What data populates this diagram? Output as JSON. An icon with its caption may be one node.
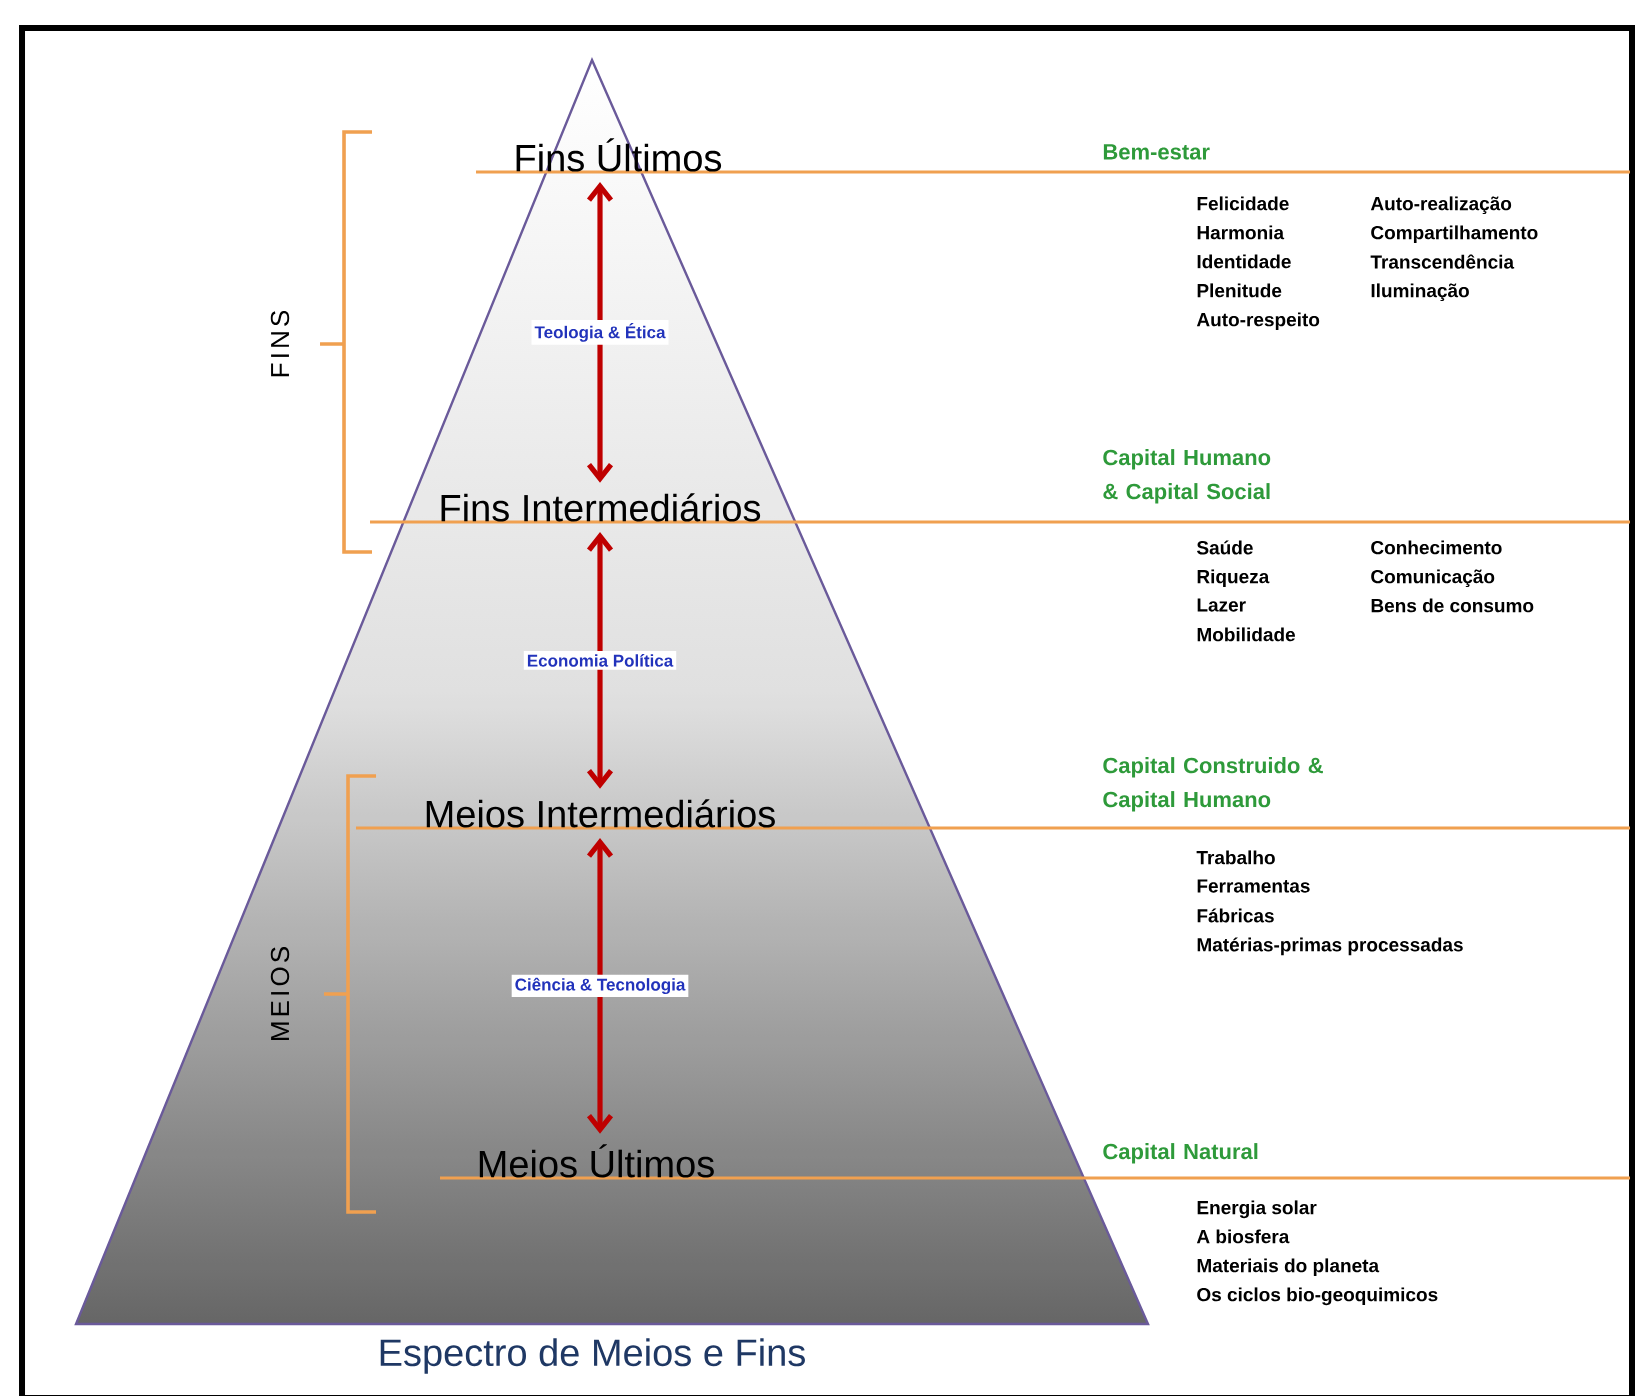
{
  "diagram": {
    "caption": "Espectro de Meios e Fins",
    "nodes": [
      {
        "text": [
          "Fins Últimos"
        ]
      },
      {
        "text": [
          "Fins Intermediários"
        ]
      },
      {
        "text": [
          "Meios Intermediários"
        ]
      },
      {
        "text": [
          "Meios Últimos"
        ]
      }
    ],
    "edges": [
      {
        "from": 0,
        "to": 1,
        "arrow": "both",
        "label": "Teologia & Ética"
      },
      {
        "from": 1,
        "to": 2,
        "arrow": "both",
        "label": "Economia Política"
      },
      {
        "from": 2,
        "to": 3,
        "arrow": "both",
        "label": "Ciência & Tecnologia"
      }
    ],
    "labels": [
      "FINS",
      "MEIOS",
      "Bem-estar",
      "Felicidade",
      "Auto-realização",
      "Harmonia",
      "Compartilhamento",
      "Identidade",
      "Transcendência",
      "Plenitude",
      "Iluminação",
      "Auto-respeito",
      "Capital Humano & Capital Social",
      "Saúde",
      "Conhecimento",
      "Riqueza",
      "Comunicação",
      "Lazer",
      "Bens de consumo",
      "Mobilidade",
      "Capital Construido & Capital Humano",
      "Trabalho",
      "Ferramentas",
      "Fábricas",
      "Matérias-primas processadas",
      "Capital Natural",
      "Energia solar",
      "A biosfera",
      "Materiais do planeta",
      "Os ciclos bio-geoquimicos"
    ]
  }
}
